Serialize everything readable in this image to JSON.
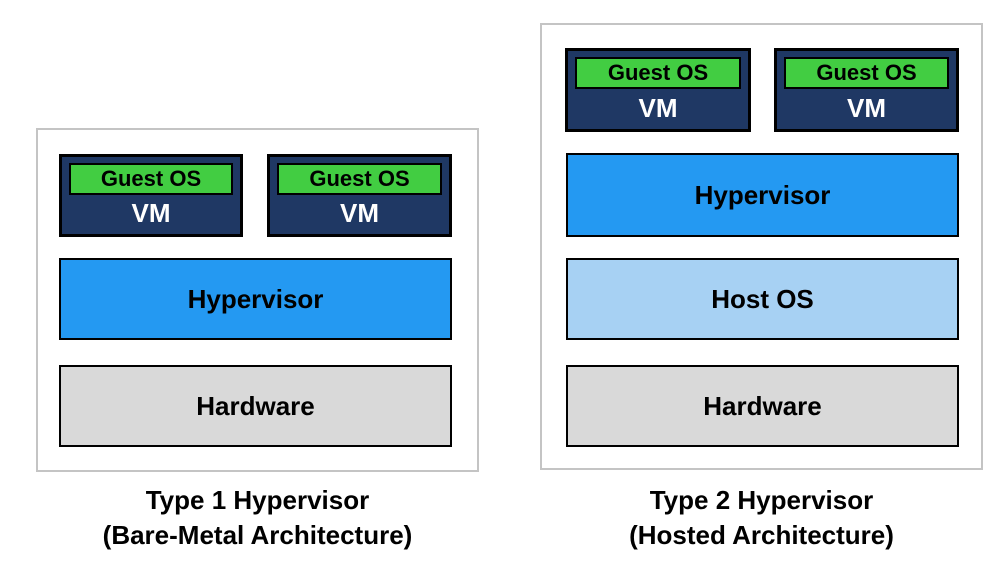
{
  "panels": [
    {
      "id": "type1",
      "caption_line1": "Type 1 Hypervisor",
      "caption_line2": "(Bare-Metal Architecture)",
      "vms": [
        {
          "guest_os": "Guest OS",
          "vm_label": "VM"
        },
        {
          "guest_os": "Guest OS",
          "vm_label": "VM"
        }
      ],
      "layers": [
        {
          "type": "hypervisor",
          "label": "Hypervisor"
        },
        {
          "type": "hardware",
          "label": "Hardware"
        }
      ]
    },
    {
      "id": "type2",
      "caption_line1": "Type 2 Hypervisor",
      "caption_line2": "(Hosted Architecture)",
      "vms": [
        {
          "guest_os": "Guest OS",
          "vm_label": "VM"
        },
        {
          "guest_os": "Guest OS",
          "vm_label": "VM"
        }
      ],
      "layers": [
        {
          "type": "hypervisor",
          "label": "Hypervisor"
        },
        {
          "type": "hostos",
          "label": "Host OS"
        },
        {
          "type": "hardware",
          "label": "Hardware"
        }
      ]
    }
  ],
  "colors": {
    "vm_fill": "#1F3864",
    "guest_fill": "#42CD42",
    "hypervisor_fill": "#2499F2",
    "hostos_fill": "#A7D1F3",
    "hardware_fill": "#D9D9D9",
    "container_border": "#C4C4C4",
    "box_border": "#000000"
  }
}
